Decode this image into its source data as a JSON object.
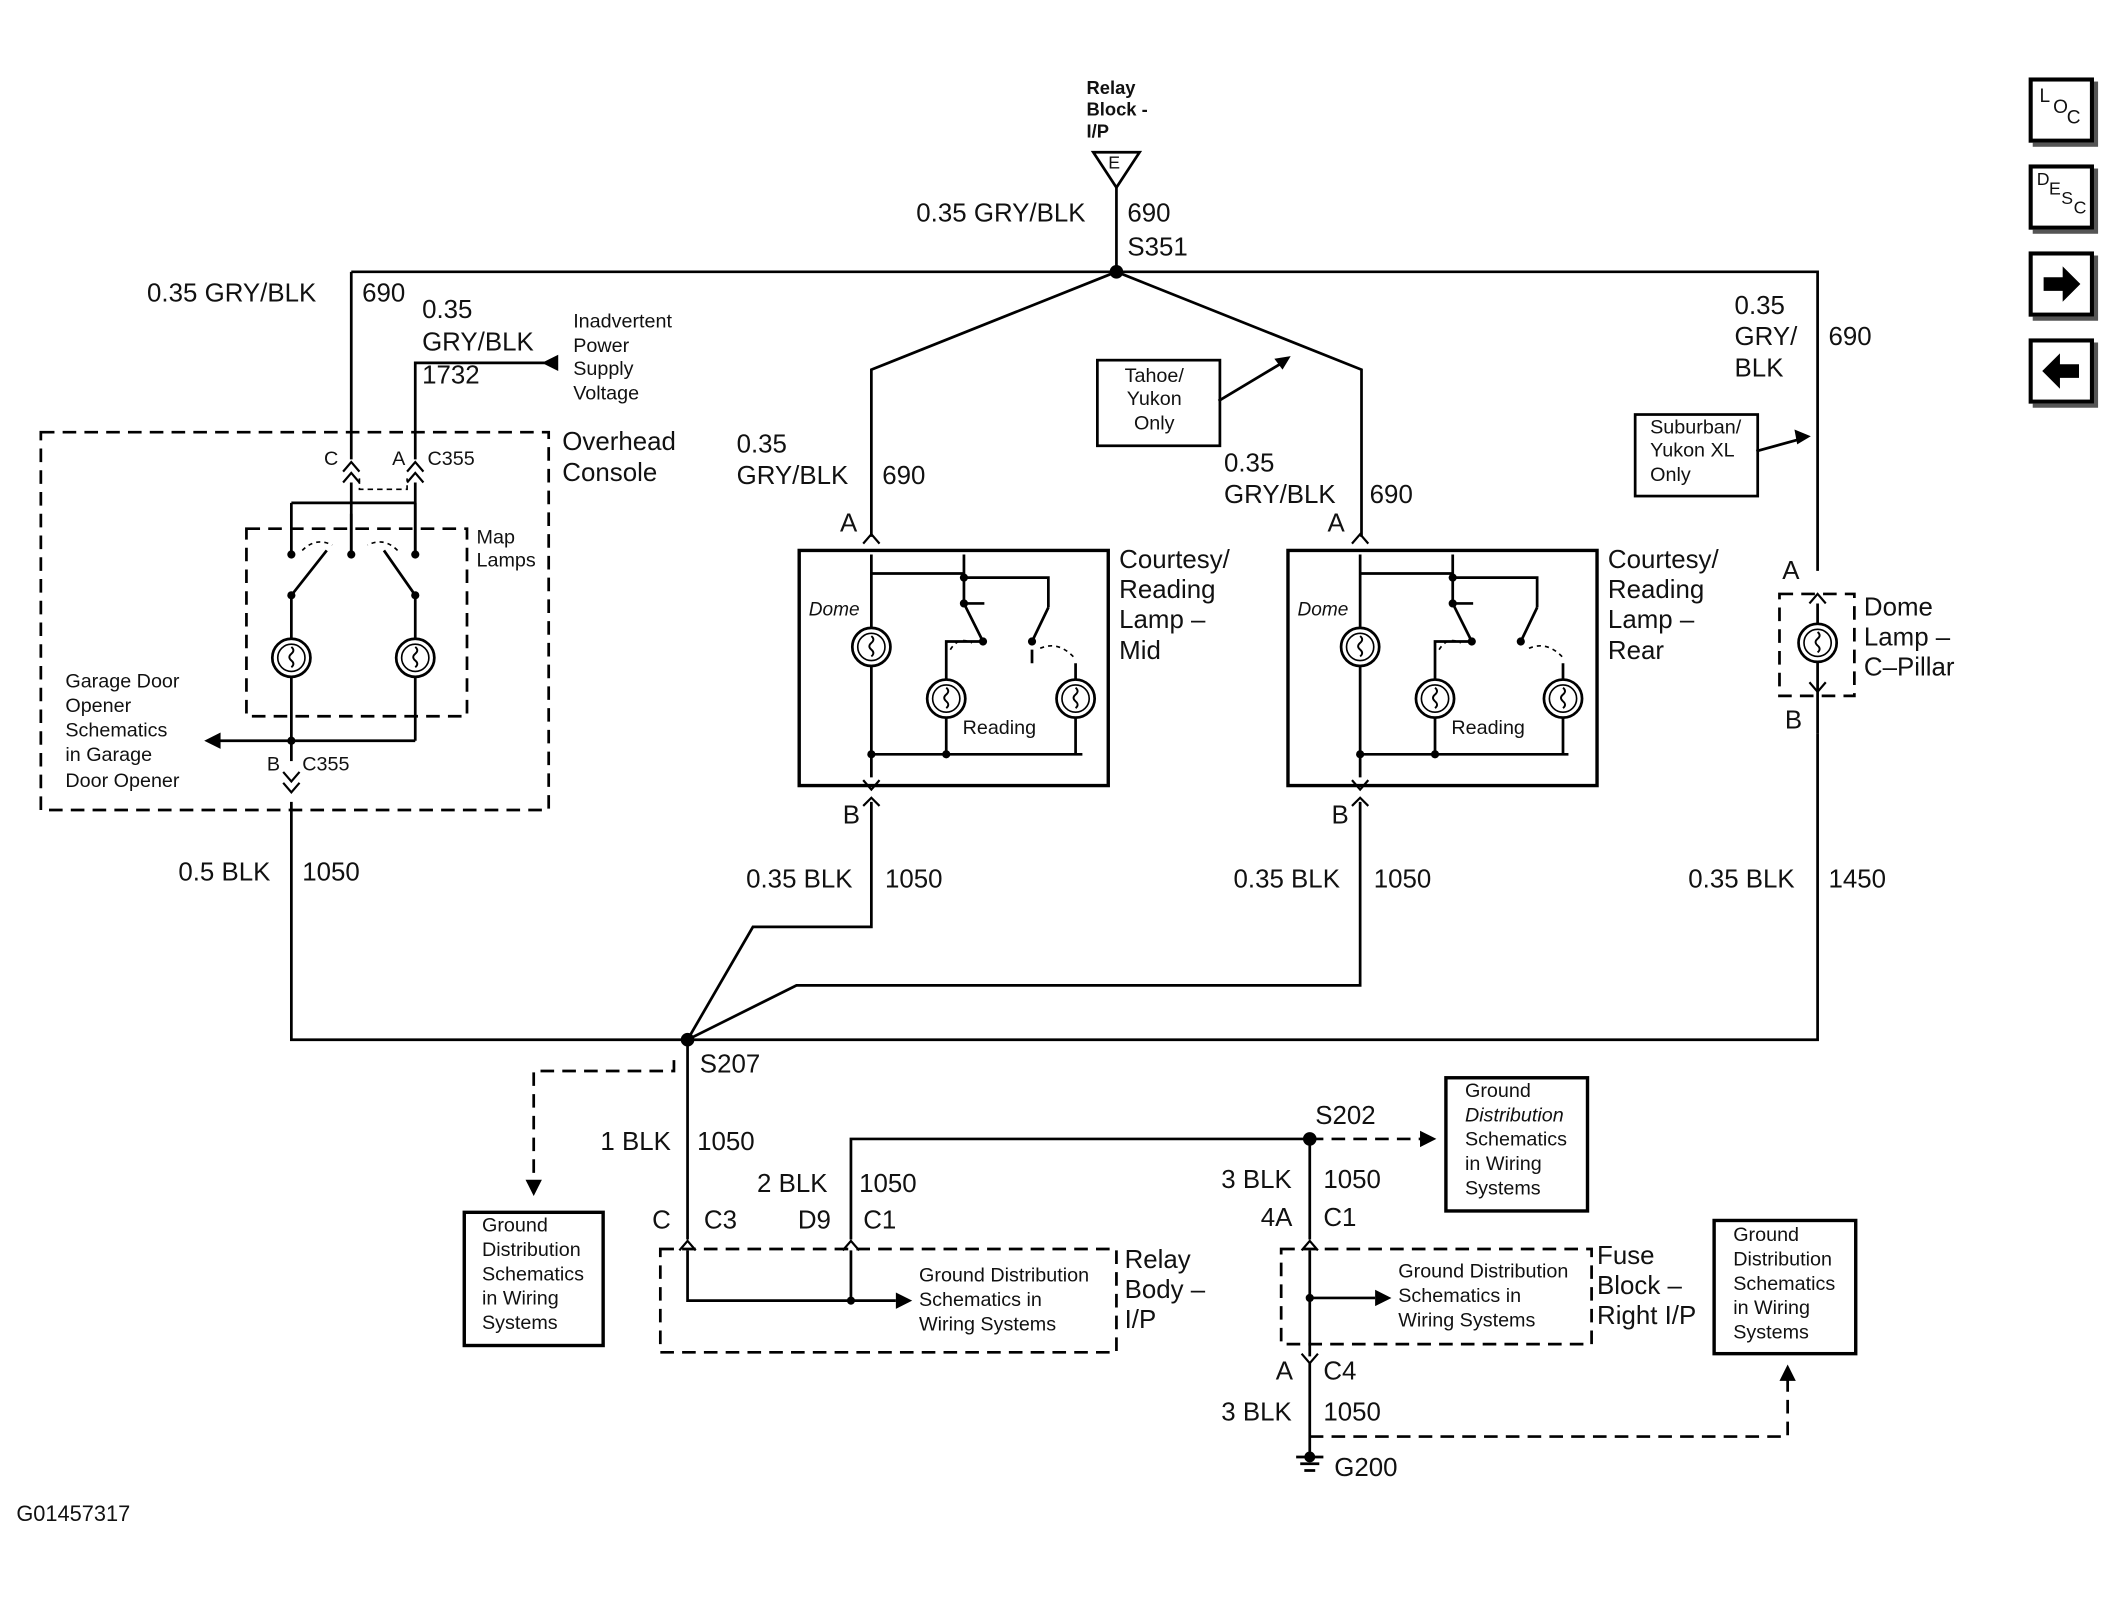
{
  "relay_block": "Relay\nBlock -\nI/P",
  "relay_pin": "E",
  "wire_690_top": "0.35 GRY/BLK",
  "circuit_690": "690",
  "splice_s351": "S351",
  "wire_oc_left": "0.35 GRY/BLK",
  "wire_1732_gauge": "0.35",
  "wire_1732_color": "GRY/BLK",
  "circuit_1732": "1732",
  "inadvertent_power": "Inadvertent\nPower\nSupply\nVoltage",
  "pin_c": "C",
  "pin_a": "A",
  "pin_b": "B",
  "conn_c355": "C355",
  "overhead_console": "Overhead\nConsole",
  "map_lamps": "Map\nLamps",
  "garage_door_note": "Garage Door\nOpener\nSchematics\nin Garage\nDoor Opener",
  "wire_05_blk": "0.5 BLK",
  "circuit_1050": "1050",
  "wire_mid_in_gauge": "0.35",
  "wire_mid_in_color": "GRY/BLK",
  "wire_rear_in_gauge": "0.35",
  "wire_rear_in_color": "GRY/BLK",
  "tahoe_note": "Tahoe/\nYukon\nOnly",
  "suburban_note": "Suburban/\nYukon XL\nOnly",
  "wire_cp_gauge": "0.35",
  "wire_cp_color": "GRY/\nBLK",
  "courtesy_mid": "Courtesy/\nReading\nLamp –\nMid",
  "courtesy_rear": "Courtesy/\nReading\nLamp –\nRear",
  "dome_label": "Dome",
  "reading_label": "Reading",
  "dome_cpillar": "Dome\nLamp –\nC–Pillar",
  "wire_035_blk": "0.35 BLK",
  "circuit_1450": "1450",
  "splice_s207": "S207",
  "splice_s202": "S202",
  "wire_1_blk": "1 BLK",
  "wire_2_blk": "2 BLK",
  "wire_3_blk": "3 BLK",
  "pin_d9": "D9",
  "pin_4a": "4A",
  "conn_c3": "C3",
  "conn_c1": "C1",
  "conn_c4": "C4",
  "ground_dist_box": "Ground\nDistribution\nSchematics\nin Wiring\nSystems",
  "ground_dist_inline": "Ground Distribution\nSchematics in\nWiring Systems",
  "ground_dist_italic_word": "Distribution",
  "relay_body": "Relay\nBody –\nI/P",
  "fuse_block": "Fuse\nBlock –\nRight I/P",
  "ground_g200": "G200",
  "figure_id": "G01457317",
  "nav": {
    "loc": [
      "L",
      "O",
      "C"
    ],
    "desc": [
      "D",
      "E",
      "S",
      "C"
    ],
    "next_icon": "right-arrow-icon",
    "prev_icon": "left-arrow-icon"
  }
}
